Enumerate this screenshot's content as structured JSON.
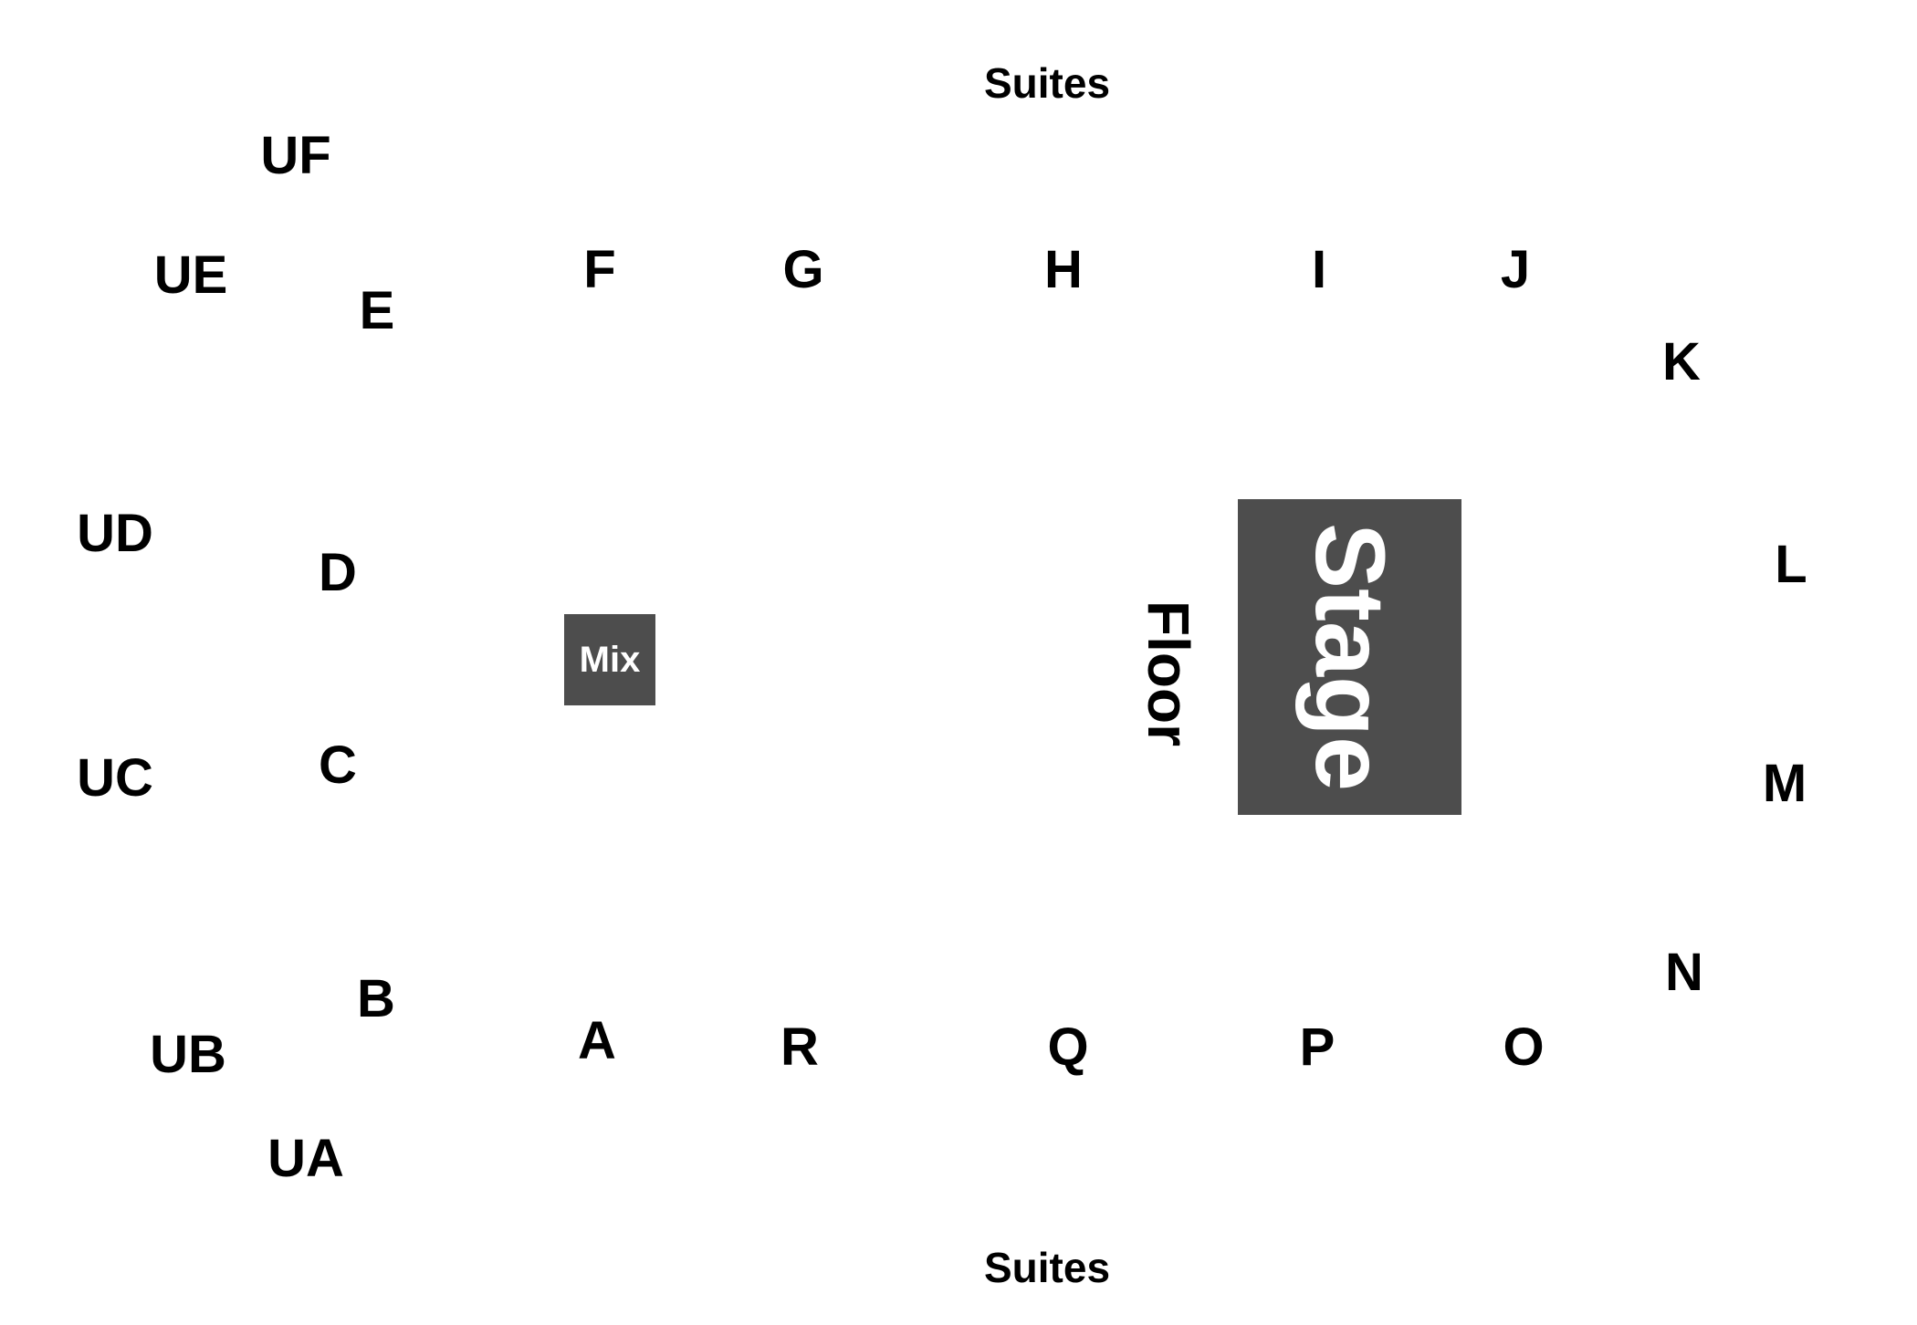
{
  "map": {
    "suites_top": "Suites",
    "suites_bottom": "Suites",
    "sections": {
      "UF": "UF",
      "UE": "UE",
      "UD": "UD",
      "UC": "UC",
      "UB": "UB",
      "UA": "UA",
      "A": "A",
      "B": "B",
      "C": "C",
      "D": "D",
      "E": "E",
      "F": "F",
      "G": "G",
      "H": "H",
      "I": "I",
      "J": "J",
      "K": "K",
      "L": "L",
      "M": "M",
      "N": "N",
      "O": "O",
      "P": "P",
      "Q": "Q",
      "R": "R"
    },
    "mix": "Mix",
    "stage": "Stage",
    "floor": "Floor",
    "colors": {
      "block_fill": "#4d4d4d",
      "block_text": "#ffffff",
      "label_text": "#000000",
      "background": "#ffffff"
    }
  }
}
